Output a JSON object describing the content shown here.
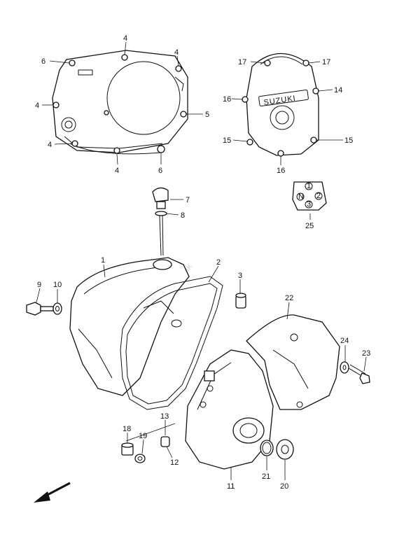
{
  "callouts": {
    "c1": "1",
    "c2": "2",
    "c3": "3",
    "c4a": "4",
    "c4b": "4",
    "c4c": "4",
    "c4d": "4",
    "c4e": "4",
    "c5": "5",
    "c6a": "6",
    "c6b": "6",
    "c7": "7",
    "c8": "8",
    "c9": "9",
    "c10": "10",
    "c11": "11",
    "c12": "12",
    "c13": "13",
    "c14": "14",
    "c15a": "15",
    "c15b": "15",
    "c16a": "16",
    "c16b": "16",
    "c17a": "17",
    "c17b": "17",
    "c18": "18",
    "c19": "19",
    "c20": "20",
    "c21": "21",
    "c22": "22",
    "c23": "23",
    "c24": "24",
    "c25": "25"
  },
  "brand_text": "SUZUKI",
  "watermark": "Partsrepublik",
  "indicator_symbols": {
    "neutral": "N",
    "one": "1",
    "two": "2",
    "three": "3"
  },
  "icons": {
    "direction_arrow": "arrow-down-left-icon"
  }
}
